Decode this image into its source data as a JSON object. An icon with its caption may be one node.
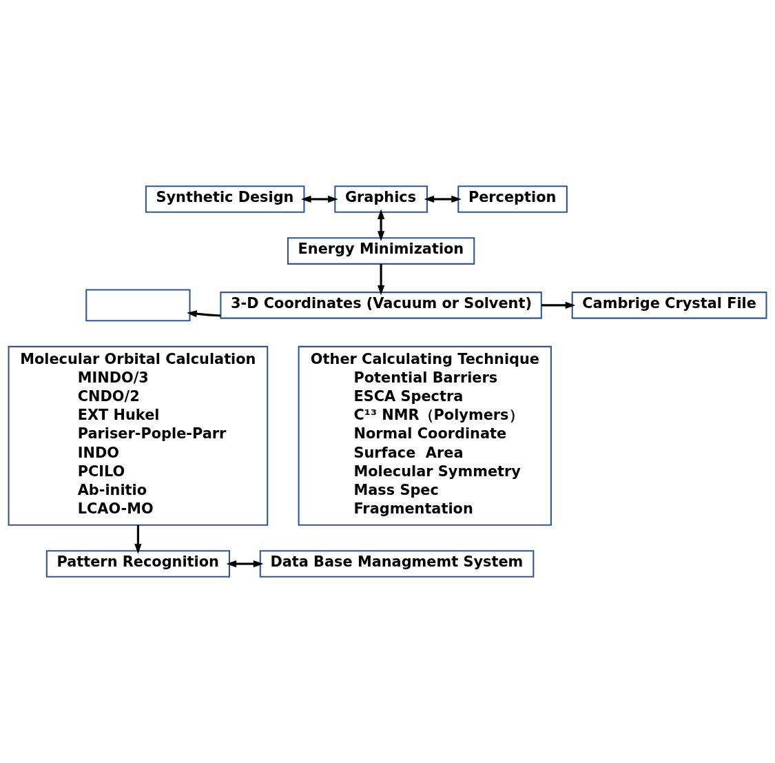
{
  "diagram": {
    "nodes": [
      {
        "text": [
          "Synthetic Design"
        ]
      },
      {
        "text": [
          "Graphics"
        ]
      },
      {
        "text": [
          "Perception"
        ]
      },
      {
        "text": [
          "Energy Minimization"
        ]
      },
      {
        "text": [],
        "shape": "box"
      },
      {
        "text": [
          "3-D Coordinates (Vacuum or Solvent)"
        ]
      },
      {
        "text": [
          "Cambrige Crystal File"
        ]
      },
      {
        "text": [
          "Molecular Orbital Calculation",
          "MINDO/3",
          "CNDO/2",
          "EXT Hukel",
          "Pariser-Pople-Parr",
          "INDO",
          "PCILO",
          "Ab-initio",
          "LCAO-MO"
        ]
      },
      {
        "text": [
          "Other Calculating Technique",
          "Potential Barriers",
          "ESCA Spectra",
          "C¹³ NMR（Polymers）",
          "Normal Coordinate",
          "Surface  Area",
          "Molecular Symmetry",
          "Mass Spec",
          "Fragmentation"
        ]
      },
      {
        "text": [
          "Pattern Recognition"
        ]
      },
      {
        "text": [
          "Data Base Managmemt System"
        ]
      }
    ],
    "edges": [
      {
        "from": 0,
        "to": 1,
        "arrow": "both"
      },
      {
        "from": 1,
        "to": 2,
        "arrow": "both"
      },
      {
        "from": 1,
        "to": 3,
        "arrow": "both"
      },
      {
        "from": 3,
        "to": 5,
        "arrow": "to"
      },
      {
        "from": 5,
        "to": 4,
        "arrow": "to"
      },
      {
        "from": 5,
        "to": 6,
        "arrow": "to"
      },
      {
        "from": 7,
        "to": 9,
        "arrow": "to"
      },
      {
        "from": 9,
        "to": 10,
        "arrow": "both"
      }
    ]
  }
}
